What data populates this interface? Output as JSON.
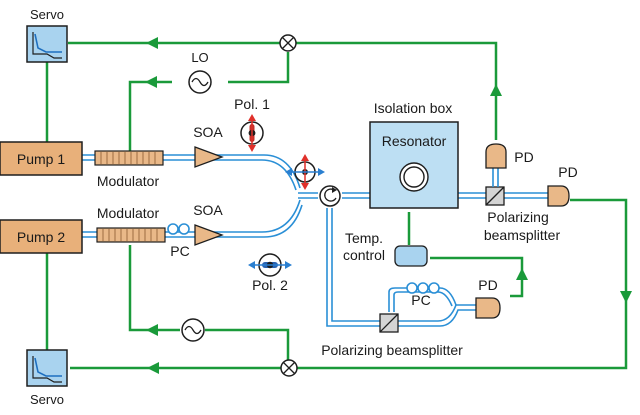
{
  "labels": {
    "servo_top": "Servo",
    "servo_bottom": "Servo",
    "lo": "LO",
    "pump1": "Pump 1",
    "pump2": "Pump 2",
    "modulator1": "Modulator",
    "modulator2": "Modulator",
    "soa1": "SOA",
    "soa2": "SOA",
    "pol1": "Pol. 1",
    "pol2": "Pol. 2",
    "pc_left": "PC",
    "pc_bottom": "PC",
    "isolation_box": "Isolation box",
    "resonator": "Resonator",
    "pd_upper": "PD",
    "pd_right": "PD",
    "pd_bottom": "PD",
    "pbs_right_line1": "Polarizing",
    "pbs_right_line2": "beamsplitter",
    "temp_line1": "Temp.",
    "temp_line2": "control",
    "pbs_bottom": "Polarizing beamsplitter"
  },
  "colors": {
    "electrical": "#1a9a3a",
    "fiber": "#2a8fd6",
    "arrow_red": "#e0302a",
    "arrow_blue": "#2a7fd0",
    "pump_fill": "#e8b07a",
    "component_fill": "#a9d3ef",
    "box_fill": "#bddff3",
    "modulator_fill": "#e9b888"
  }
}
